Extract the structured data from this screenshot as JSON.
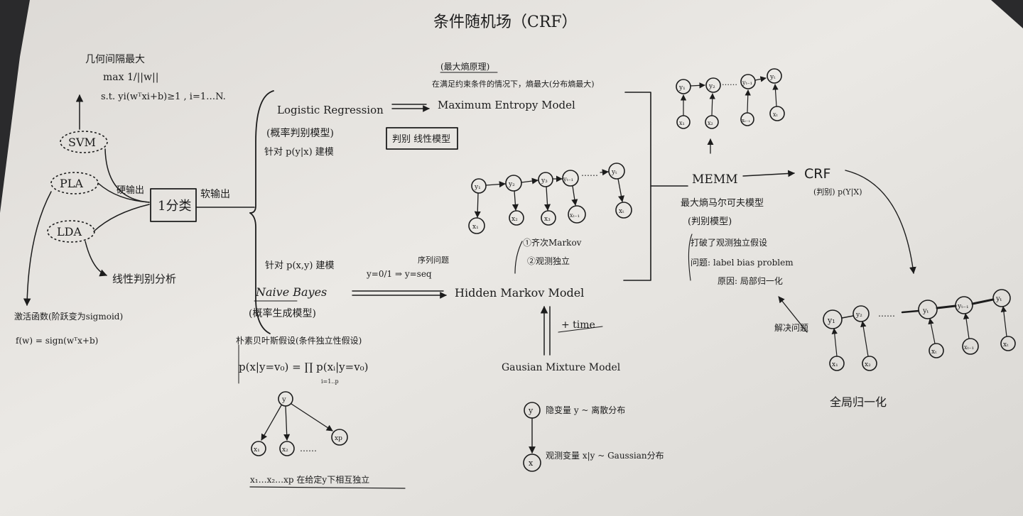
{
  "title": "条件随机场（CRF）",
  "svm_branch": {
    "objective_line1": "几何间隔最大",
    "objective_line2": "max  1/||w||",
    "constraint": "s.t. yi(wᵀxi+b)≥1 , i=1…N."
  },
  "left_models": {
    "svm": "SVM",
    "pla": "PLA",
    "lda": "LDA",
    "activation": "激活函数(阶跃变为sigmoid)",
    "sigmoid_formula": "f(w) = sign(wᵀx+b)",
    "linear_discriminant": "线性判别分析",
    "hard_label": "硬输出",
    "classify_box": "1分类",
    "soft_label": "软输出"
  },
  "logistic": {
    "name": "Logistic Regression",
    "type_note": "(概率判别模型)",
    "model_note": "针对 p(y|x) 建模",
    "to_maxent": "Maximum Entropy Model",
    "maxent_note1": "(最大熵原理)",
    "maxent_note2": "在满足约束条件的情况下，熵最大(分布熵最大)",
    "boxed": "判别 线性模型"
  },
  "naive_bayes": {
    "model_note": "针对 p(x,y) 建模",
    "name": "Naive Bayes",
    "type_note": "(概率生成模型)",
    "assumption": "朴素贝叶斯假设(条件独立性假设)",
    "formula": "p(x|y=v₀) = ∏ p(xᵢ|y=v₀)",
    "product_range": "i=1..p",
    "graph_root": "y",
    "graph_leaves": [
      "x₁",
      "x₂",
      "xp"
    ],
    "leaves_ellipsis": "……",
    "bottom_note": "x₁…x₂…xp  在给定y下相互独立",
    "y_seq": "y=0/1 ⇒ y=seq",
    "seq_note": "序列问题"
  },
  "hmm": {
    "name": "Hidden Markov Model",
    "states": [
      "y₁",
      "y₂",
      "y₃",
      "yₜ₋₁",
      "yₜ"
    ],
    "observations": [
      "x₁",
      "x₂",
      "x₃",
      "xₜ₋₁",
      "xₜ"
    ],
    "ellipsis": "……",
    "assumption1": "①齐次Markov",
    "assumption2": "②观测独立",
    "plus_time": "+ time"
  },
  "gmm": {
    "name": "Gausian Mixture Model",
    "latent_node": "y",
    "latent_label": "隐变量  y ~ 离散分布",
    "observed_node": "x",
    "observed_label": "观测变量  x|y ~ Gaussian分布"
  },
  "memm": {
    "name": "MEMM",
    "full_name": "最大熵马尔可夫模型",
    "type_note": "(判别模型)",
    "note1": "打破了观测独立假设",
    "note2": "问题: label bias problem",
    "note3": "原因: 局部归一化",
    "top_states": [
      "y₁",
      "y₂",
      "yₜ₋₁",
      "yₜ"
    ],
    "top_observations": [
      "x₁",
      "x₂",
      "xₜ₋₁",
      "xₜ"
    ],
    "ellipsis": "……"
  },
  "crf": {
    "name": "CRF",
    "type_note": "(判别) p(Y|X)",
    "states": [
      "y₁",
      "y₂",
      "yₜ",
      "yₜ₋₁",
      "yₜ"
    ],
    "observations": [
      "x₁",
      "x₂",
      "xₜ",
      "xₜ₋₁",
      "xₜ"
    ],
    "solve_note": "解决问题",
    "global_norm": "全局归一化",
    "ellipsis": "……"
  },
  "colors": {
    "paper": "#e9e7e3",
    "ink": "#1c1c1c",
    "background": "#2a2a2c"
  }
}
